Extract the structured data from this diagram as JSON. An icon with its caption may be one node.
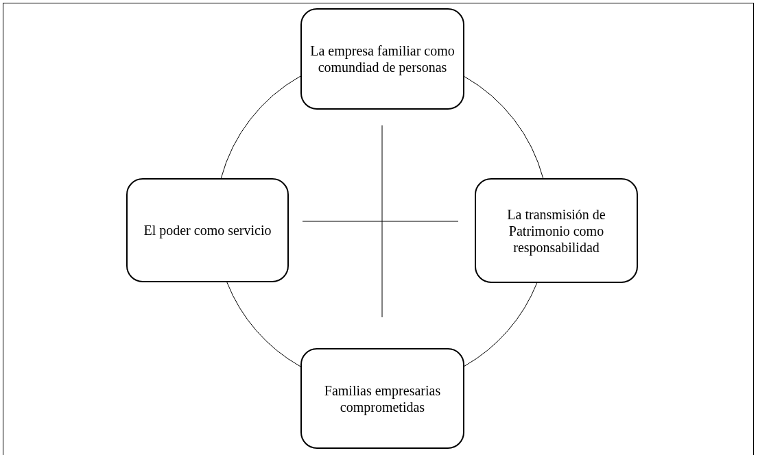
{
  "diagram": {
    "nodes": [
      {
        "text": [
          "La empresa familiar como comundiad de personas"
        ]
      },
      {
        "text": [
          "La transmisión de Patrimonio como responsabilidad"
        ]
      },
      {
        "text": [
          "Familias empresarias comprometidas"
        ]
      },
      {
        "text": [
          "El poder como servicio"
        ]
      }
    ],
    "edges": [
      {
        "from": 0,
        "to": 1,
        "arrow": "none"
      },
      {
        "from": 1,
        "to": 2,
        "arrow": "none"
      },
      {
        "from": 2,
        "to": 3,
        "arrow": "none"
      },
      {
        "from": 3,
        "to": 0,
        "arrow": "none"
      }
    ]
  }
}
